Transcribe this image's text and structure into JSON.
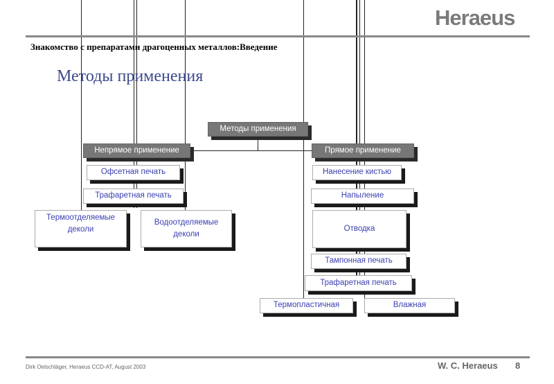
{
  "header": {
    "logo": "Heraeus",
    "subtitle": "Знакомство с препаратами драгоценных металлов:Введение",
    "title": "Методы применения"
  },
  "diagram": {
    "root": "Методы применения",
    "indirect": {
      "label": "Непрямое применение",
      "items": [
        "Офсетная печать",
        "Трафаретная печать",
        "Термоотделяемые деколи",
        "Водоотделяемые деколи"
      ]
    },
    "direct": {
      "label": "Прямое применение",
      "items": [
        "Нанесение кистью",
        "Напыление",
        "Отводка",
        "Тампонная печать",
        "Трафаретная печать",
        "Термопластичная",
        "Влажная"
      ]
    }
  },
  "footer": {
    "author": "Dirk Oelschläger, Heraeus CCD-AT,  August 2003",
    "company": "W. C. Heraeus",
    "page": "8"
  }
}
